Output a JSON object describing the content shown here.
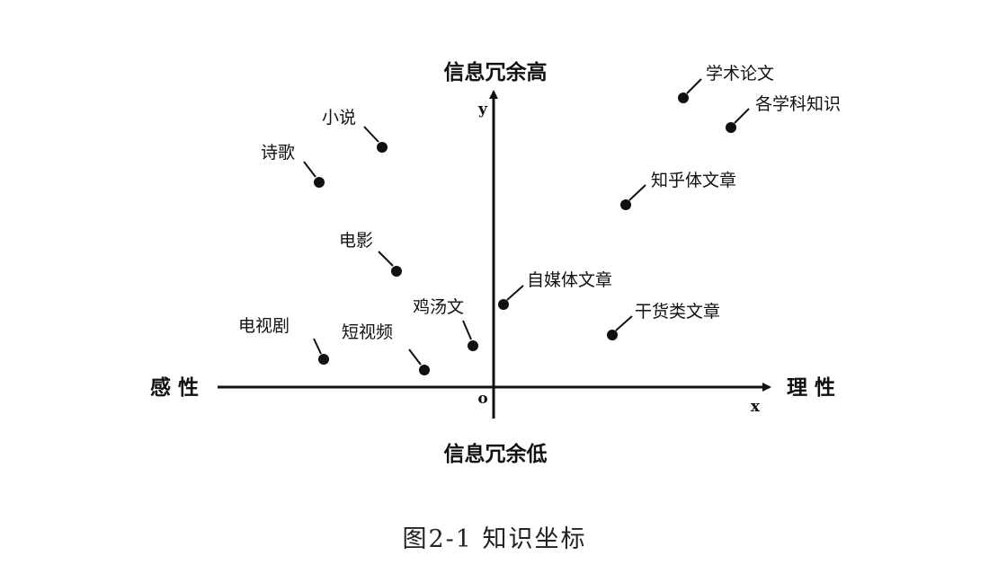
{
  "poles": {
    "top": "信息冗余高",
    "bottom": "信息冗余低",
    "left": "感 性",
    "right": "理 性"
  },
  "axes": {
    "x": "x",
    "y": "y",
    "origin": "o"
  },
  "points": [
    {
      "label": "学术论文"
    },
    {
      "label": "各学科知识"
    },
    {
      "label": "知乎体文章"
    },
    {
      "label": "自媒体文章"
    },
    {
      "label": "干货类文章"
    },
    {
      "label": "小说"
    },
    {
      "label": "诗歌"
    },
    {
      "label": "电影"
    },
    {
      "label": "鸡汤文"
    },
    {
      "label": "电视剧"
    },
    {
      "label": "短视频"
    }
  ],
  "caption": "图2-1 知识坐标"
}
